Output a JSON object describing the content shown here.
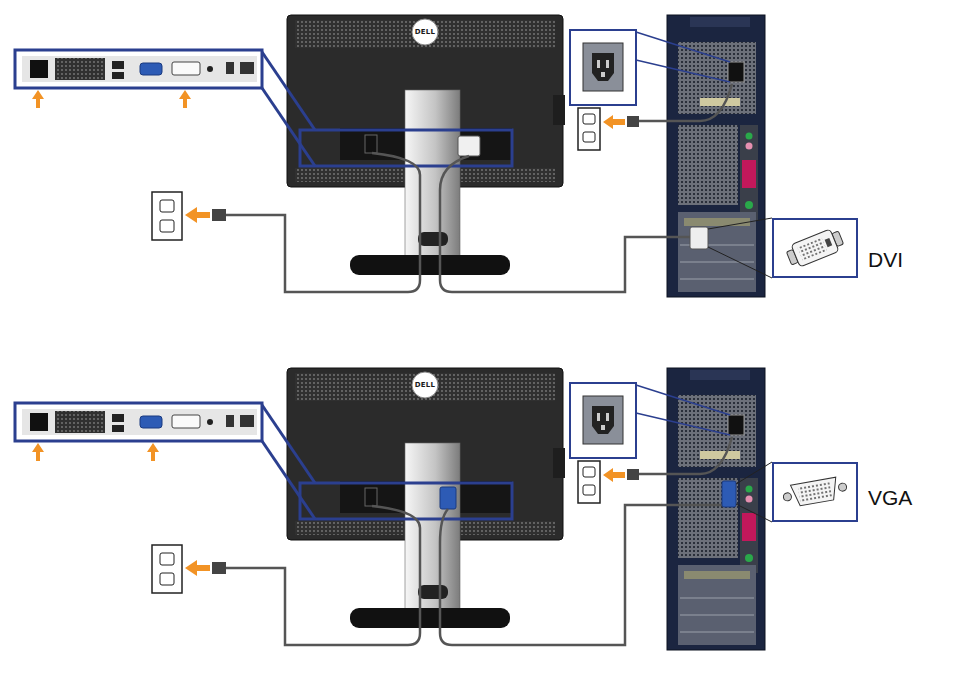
{
  "diagram": {
    "nodes": [
      {
        "text": [
          "DVI"
        ]
      },
      {
        "text": [
          "VGA"
        ]
      }
    ],
    "labels": [
      "DELL",
      "DELL"
    ]
  }
}
